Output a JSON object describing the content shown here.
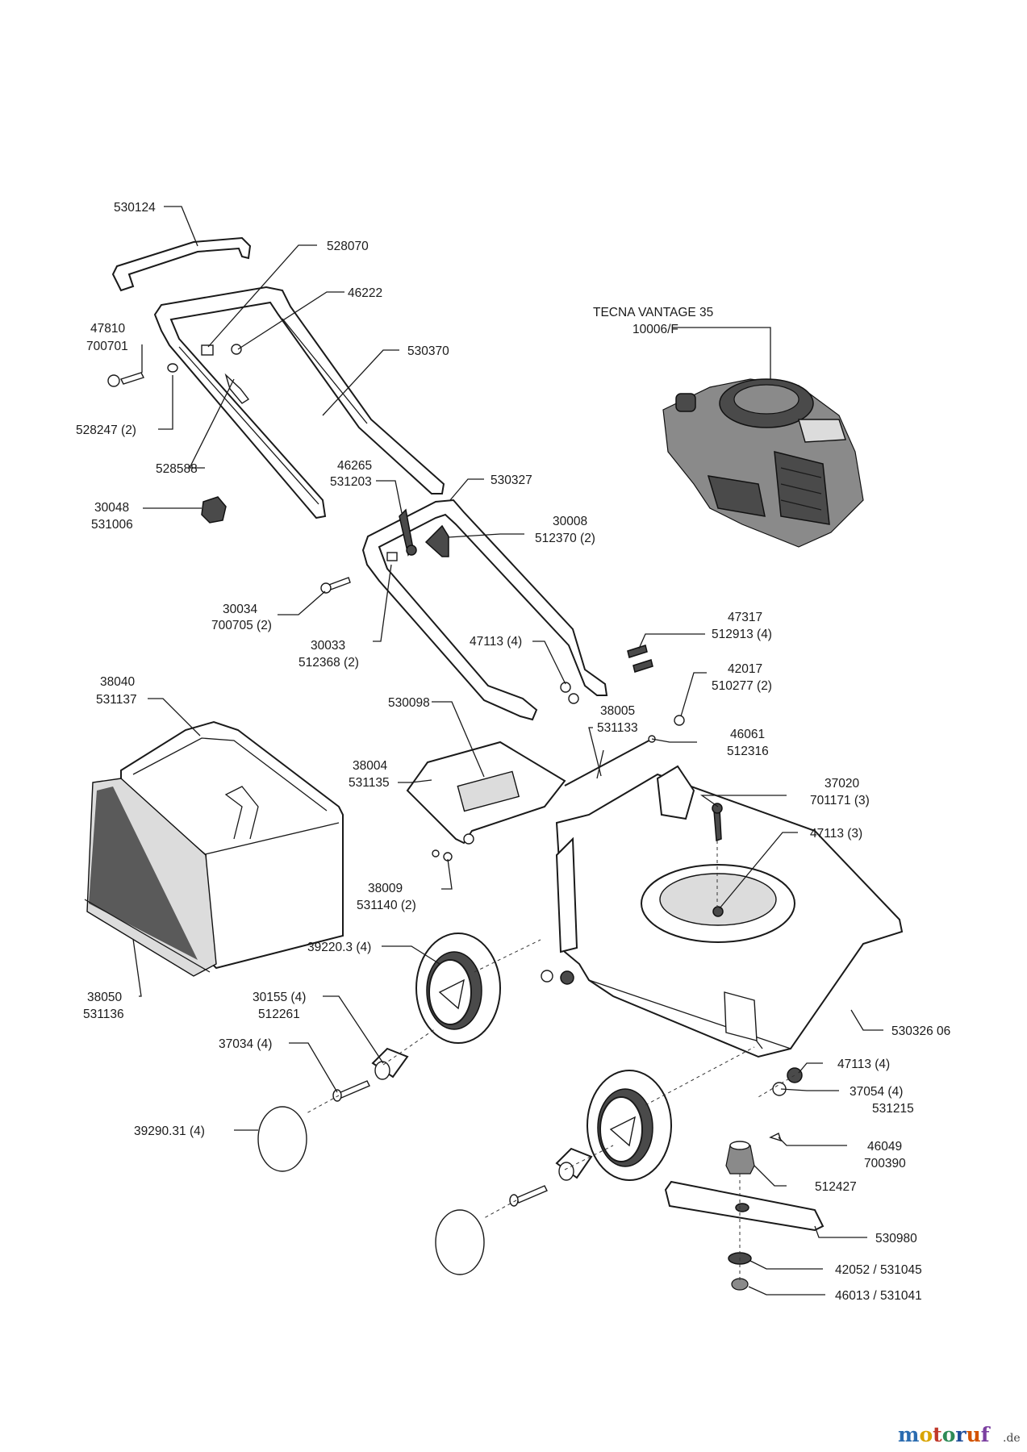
{
  "engine": {
    "name": "TECNA VANTAGE 35",
    "code": "10006/F"
  },
  "labels": {
    "p530124": "530124",
    "p528070": "528070",
    "p46222": "46222",
    "p47810": "47810",
    "p700701": "700701",
    "p530370": "530370",
    "p528247": "528247 (2)",
    "p528588": "528588",
    "p46265": "46265",
    "p531203": "531203",
    "p530327": "530327",
    "p30048": "30048",
    "p531006": "531006",
    "p30008": "30008",
    "p512370": "512370 (2)",
    "p30034": "30034",
    "p700705": "700705 (2)",
    "p30033": "30033",
    "p512368": "512368 (2)",
    "p47317": "47317",
    "p512913": "512913 (4)",
    "p47113a": "47113 (4)",
    "p42017": "42017",
    "p510277": "510277 (2)",
    "p38040": "38040",
    "p531137": "531137",
    "p530098": "530098",
    "p38005": "38005",
    "p531133": "531133",
    "p38004": "38004",
    "p531135": "531135",
    "p46061": "46061",
    "p512316": "512316",
    "p37020": "37020",
    "p701171": "701171 (3)",
    "p47113b": "47113 (3)",
    "p38009": "38009",
    "p531140": "531140 (2)",
    "p39220": "39220.3 (4)",
    "p38050": "38050",
    "p531136": "531136",
    "p30155": "30155 (4)",
    "p512261": "512261",
    "p530326": "530326 06",
    "p37034": "37034 (4)",
    "p47113c": "47113 (4)",
    "p37054": "37054 (4)",
    "p531215": "531215",
    "p39290": "39290.31 (4)",
    "p46049": "46049",
    "p700390": "700390",
    "p512427": "512427",
    "p530980": "530980",
    "p42052": "42052 / 531045",
    "p46013": "46013 / 531041"
  },
  "logo": {
    "parts": [
      "m",
      "o",
      "t",
      "o",
      "r",
      "u",
      "f"
    ],
    "suffix": ".de",
    "colors": [
      "#2b6cb0",
      "#d9a400",
      "#c0392b",
      "#2e8b57",
      "#1f4e9a",
      "#d35400",
      "#7b3fa0"
    ]
  },
  "icons": {
    "engine": "engine-icon",
    "handle": "handle-icon",
    "grass-bag": "grass-bag-icon",
    "mower-deck": "mower-deck-icon",
    "wheel": "wheel-icon",
    "blade": "blade-icon"
  }
}
